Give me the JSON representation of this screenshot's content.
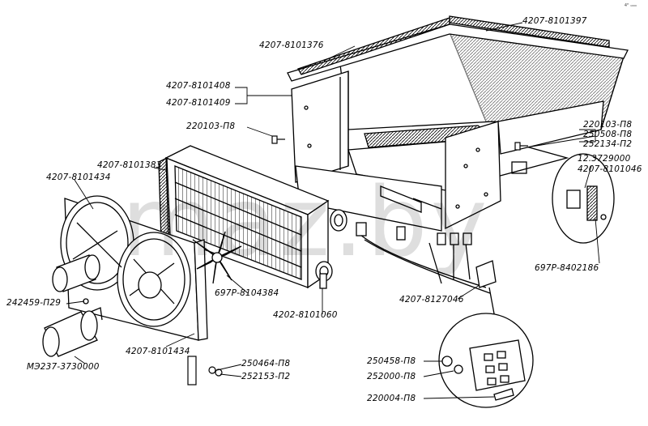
{
  "corner_mark": "4ᴴ ₁₀₀₀",
  "watermark": "maz.by",
  "labels": {
    "top_right_a": "4207-8101397",
    "top_left_a": "4207-8101376",
    "side_a1": "4207-8101408",
    "side_a2": "4207-8101409",
    "screw_left": "220103-П8",
    "right_screw_a": "220103-П8",
    "right_screw_b": "250508-П8",
    "right_screw_c": "252134-П2",
    "switch_a": "12.3729000",
    "switch_b": "4207-8101046",
    "radiator_side": "4207-8101383",
    "fan_shroud_top": "4207-8101434",
    "switch_bottom": "697Р-8402186",
    "impeller": "697Р-8104384",
    "cap_screw": "242459-П29",
    "radiator": "4202-8101060",
    "harness": "4207-8127046",
    "fan_shroud_bottom": "4207-8101434",
    "nut_a": "250464-П8",
    "washer_a": "252153-П2",
    "motor": "МЭ237-3730000",
    "conn_nut": "250458-П8",
    "conn_washer": "252000-П8",
    "conn_screw": "220004-П8"
  }
}
